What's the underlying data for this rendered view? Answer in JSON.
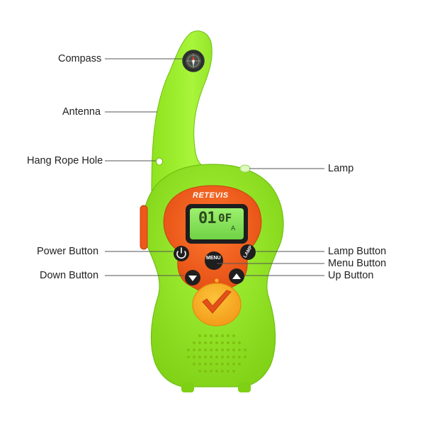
{
  "brand": "RETEVIS",
  "display": {
    "channel": "01",
    "code": "0F",
    "code_suffix": "A"
  },
  "buttons": {
    "menu_label": "MENU",
    "lamp_label": "LAMP"
  },
  "callouts": {
    "compass": "Compass",
    "antenna": "Antenna",
    "hang_rope_hole": "Hang Rope Hole",
    "lamp": "Lamp",
    "power_button": "Power Button",
    "lamp_button": "Lamp Button",
    "menu_button": "Menu Button",
    "down_button": "Down Button",
    "up_button": "Up Button"
  },
  "colors": {
    "body_green": "#8ce21c",
    "body_dark_green": "#6fbf10",
    "orange": "#f0571a",
    "orange_light": "#f8a21d",
    "screen_green": "#7ed957",
    "button_dark": "#222222",
    "label_text": "#222222",
    "leader_line": "#555555"
  }
}
